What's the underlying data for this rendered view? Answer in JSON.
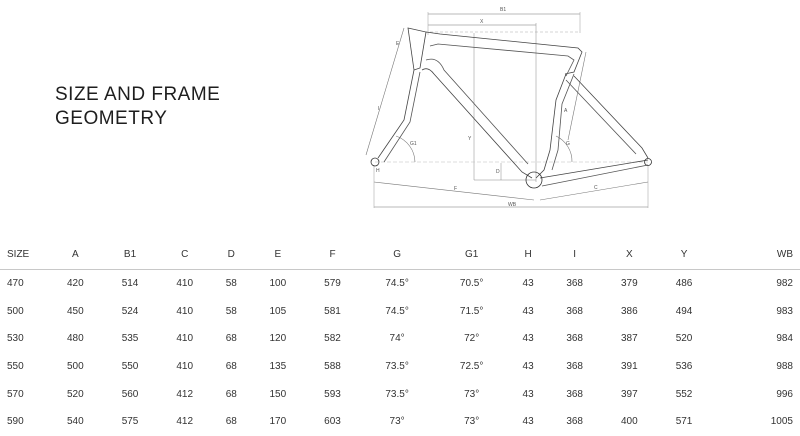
{
  "heading": {
    "line1": "SIZE AND FRAME",
    "line2": "GEOMETRY"
  },
  "diagram": {
    "labels": {
      "B1": "B1",
      "X": "X",
      "E": "E",
      "I": "I",
      "G1": "G1",
      "Y": "Y",
      "D": "D",
      "H": "H",
      "F": "F",
      "WB": "WB",
      "C": "C",
      "A": "A",
      "G": "G"
    }
  },
  "table": {
    "columns": [
      "SIZE",
      "A",
      "B1",
      "C",
      "D",
      "E",
      "F",
      "G",
      "G1",
      "H",
      "I",
      "X",
      "Y",
      "WB"
    ],
    "rows": [
      [
        "470",
        "420",
        "514",
        "410",
        "58",
        "100",
        "579",
        "74.5°",
        "70.5°",
        "43",
        "368",
        "379",
        "486",
        "982"
      ],
      [
        "500",
        "450",
        "524",
        "410",
        "58",
        "105",
        "581",
        "74.5°",
        "71.5°",
        "43",
        "368",
        "386",
        "494",
        "983"
      ],
      [
        "530",
        "480",
        "535",
        "410",
        "68",
        "120",
        "582",
        "74°",
        "72°",
        "43",
        "368",
        "387",
        "520",
        "984"
      ],
      [
        "550",
        "500",
        "550",
        "410",
        "68",
        "135",
        "588",
        "73.5°",
        "72.5°",
        "43",
        "368",
        "391",
        "536",
        "988"
      ],
      [
        "570",
        "520",
        "560",
        "412",
        "68",
        "150",
        "593",
        "73.5°",
        "73°",
        "43",
        "368",
        "397",
        "552",
        "996"
      ],
      [
        "590",
        "540",
        "575",
        "412",
        "68",
        "170",
        "603",
        "73°",
        "73°",
        "43",
        "368",
        "400",
        "571",
        "1005"
      ]
    ]
  }
}
